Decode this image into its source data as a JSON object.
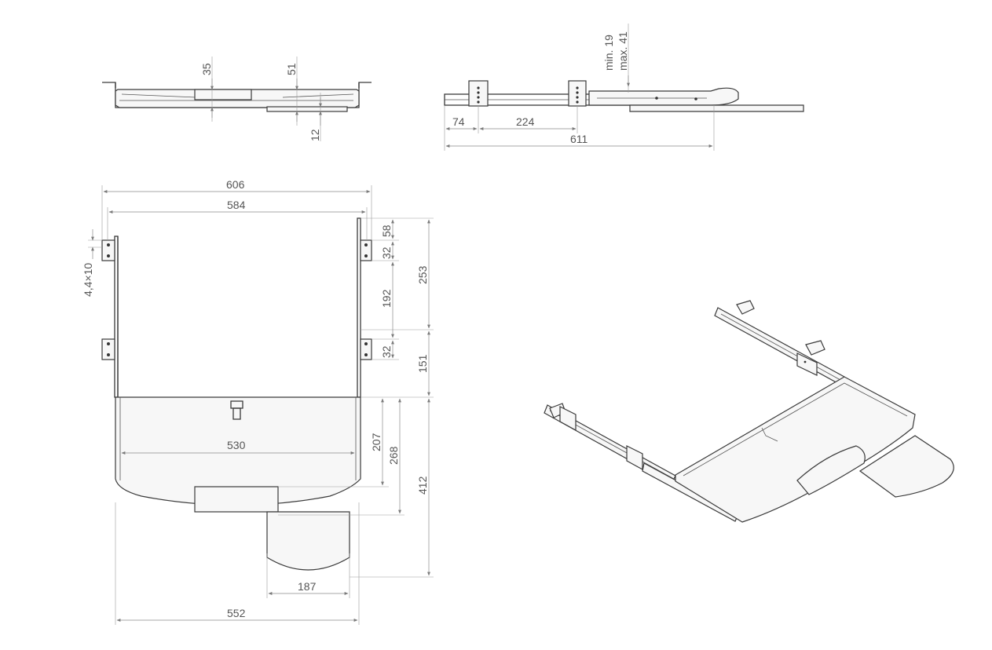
{
  "colors": {
    "line": "#3a3a3a",
    "dimension": "#8a8a8a",
    "text": "#555555",
    "background": "#ffffff"
  },
  "dimensions": {
    "front_height": "35",
    "front_pad_top": "51",
    "front_pad_thickness": "12",
    "side_offset": "74",
    "side_bracket_spacing": "224",
    "side_length": "611",
    "side_height_range": "min. 19\nmax. 41",
    "overall_width": "606",
    "inner_width": "584",
    "slot": "4,4×10",
    "top_offset": "58",
    "bracket_height_a": "32",
    "bracket_spacing": "192",
    "bracket_height_b": "32",
    "rail_length": "253",
    "rear_depth": "151",
    "tray_width": "530",
    "tray_depth": "207",
    "tray_depth_total": "268",
    "total_depth": "412",
    "mouse_pad_width": "187",
    "total_width": "552"
  }
}
